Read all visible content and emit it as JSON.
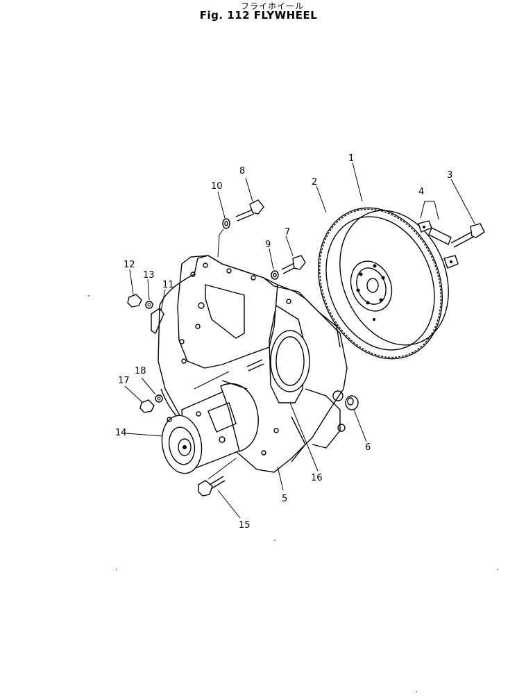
{
  "title": {
    "japanese": "フライホイール",
    "english": "Fig. 112  FLYWHEEL"
  },
  "callouts": [
    "1",
    "2",
    "3",
    "4",
    "5",
    "6",
    "7",
    "8",
    "9",
    "10",
    "11",
    "12",
    "13",
    "14",
    "15",
    "16",
    "17",
    "18"
  ]
}
